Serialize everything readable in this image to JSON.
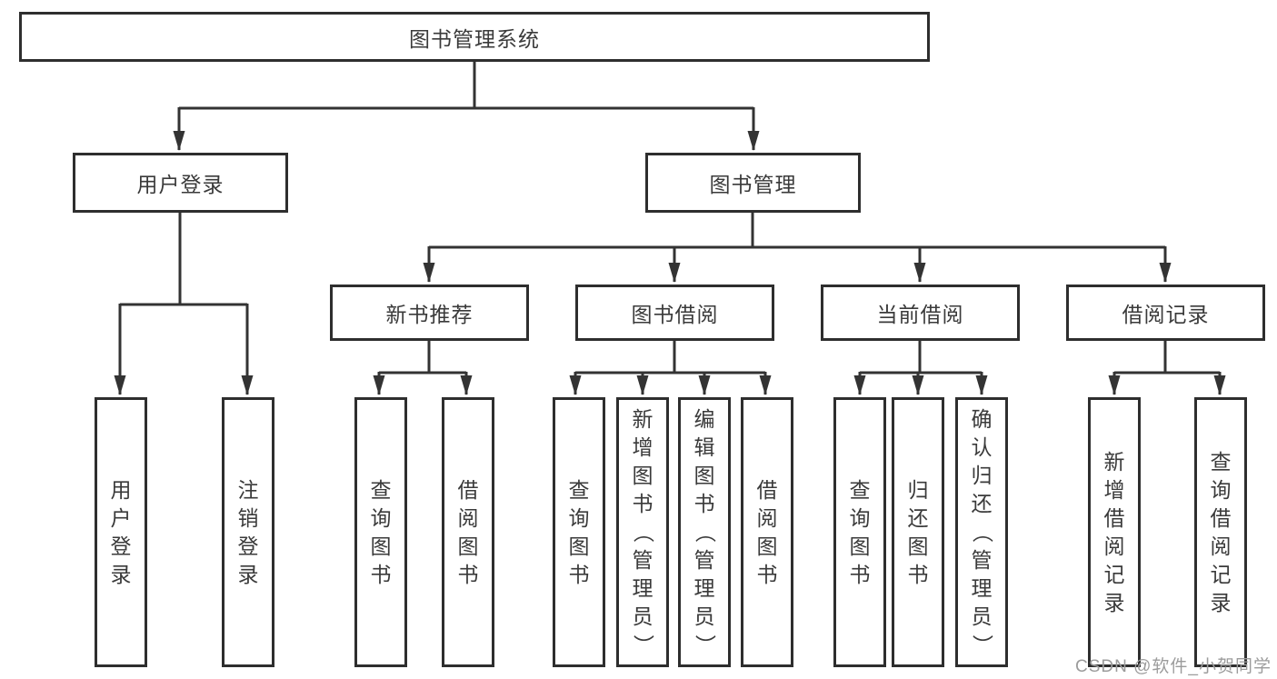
{
  "diagram": {
    "title_box": "图书管理系统",
    "branches": {
      "user": {
        "label": "用户登录",
        "leaves": [
          "用户登录",
          "注销登录"
        ]
      },
      "mgmt": {
        "label": "图书管理"
      }
    },
    "mgmt_groups": [
      {
        "label": "新书推荐",
        "leaves": [
          "查询图书",
          "借阅图书"
        ]
      },
      {
        "label": "图书借阅",
        "leaves": [
          "查询图书",
          "新增图书（管理员）",
          "编辑图书（管理员）",
          "借阅图书"
        ]
      },
      {
        "label": "当前借阅",
        "leaves": [
          "查询图书",
          "归还图书",
          "确认归还（管理员）"
        ]
      },
      {
        "label": "借阅记录",
        "leaves": [
          "新增借阅记录",
          "查询借阅记录"
        ]
      }
    ],
    "watermark": "CSDN @软件_小贺同学",
    "colors": {
      "line": "#333333",
      "text": "#3a3a3a",
      "watermark": "#9c9c9c",
      "background": "#ffffff"
    }
  }
}
